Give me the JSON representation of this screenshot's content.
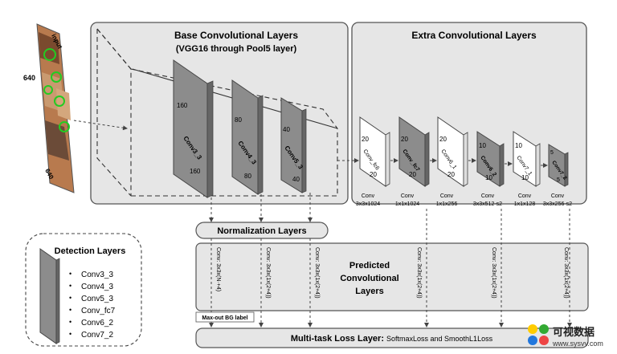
{
  "input": {
    "label": "input",
    "height_label": "640",
    "width_label": "640"
  },
  "base": {
    "title": "Base Convolutional Layers",
    "subtitle": "(VGG16 through Pool5 layer)",
    "layers": [
      {
        "name": "Conv3_3",
        "top": "160",
        "bottom": "160"
      },
      {
        "name": "Conv4_3",
        "top": "80",
        "bottom": "80"
      },
      {
        "name": "Conv5_3",
        "top": "40",
        "bottom": "40"
      }
    ]
  },
  "extra": {
    "title": "Extra Convolutional Layers",
    "layers": [
      {
        "name": "Conv_fc6",
        "top": "20",
        "bottom": "20",
        "kind": "Conv",
        "spec": "3x3x1024"
      },
      {
        "name": "Conv_fc7",
        "top": "20",
        "bottom": "20",
        "kind": "Conv",
        "spec": "1x1x1024"
      },
      {
        "name": "Conv6_1",
        "top": "20",
        "bottom": "20",
        "kind": "Conv",
        "spec": "1x1x256"
      },
      {
        "name": "Conv6_2",
        "top": "10",
        "bottom": "10",
        "kind": "Conv",
        "spec": "3x3x512-s2"
      },
      {
        "name": "Conv7_1",
        "top": "10",
        "bottom": "10",
        "kind": "Conv",
        "spec": "1x1x128"
      },
      {
        "name": "Conv7_2",
        "top": "5",
        "bottom": "5",
        "kind": "Conv",
        "spec": "3x3x256-s2"
      }
    ]
  },
  "normalization": {
    "label": "Normalization Layers"
  },
  "predicted": {
    "line1": "Predicted",
    "line2": "Convolutional",
    "line3": "Layers",
    "conv_labels": [
      "Conv: 3x3x(N·+4)",
      "Conv: 3x3x(1x(2+4))",
      "Conv: 3x3x(1x(2+4))",
      "Conv: 3x3x(1x(2+4))",
      "Conv: 3x3x(1x(2+4))",
      "Conv: 3x3x(1x(2+4))"
    ]
  },
  "maxout": {
    "label": "Max-out BG label"
  },
  "loss": {
    "title": "Multi-task Loss Layer:",
    "detail": "SoftmaxLoss and SmoothL1Loss"
  },
  "detection": {
    "title": "Detection  Layers",
    "items": [
      "Conv3_3",
      "Conv4_3",
      "Conv5_3",
      "Conv_fc7",
      "Conv6_2",
      "Conv7_2"
    ]
  },
  "watermark": {
    "line1": "可视数据",
    "line2": "www.sysvv.com"
  },
  "colors": {
    "panel": "#e6e6e6",
    "dark_layer": "#8c8c8c",
    "light_layer": "#ffffff",
    "border": "#555555"
  }
}
